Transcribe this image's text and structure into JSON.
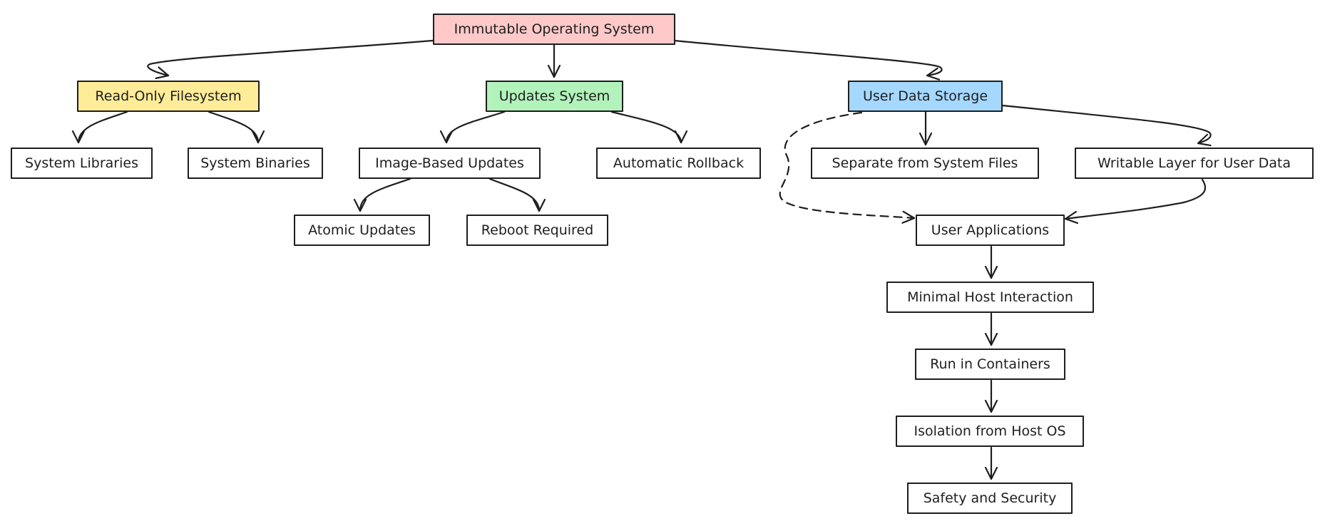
{
  "nodes": {
    "root": "Immutable Operating System",
    "readonly_fs": "Read-Only Filesystem",
    "updates_system": "Updates System",
    "user_data_storage": "User Data Storage",
    "system_libraries": "System Libraries",
    "system_binaries": "System Binaries",
    "image_based_updates": "Image-Based Updates",
    "automatic_rollback": "Automatic Rollback",
    "separate_from_system_files": "Separate from System Files",
    "writable_layer": "Writable Layer for User Data",
    "atomic_updates": "Atomic Updates",
    "reboot_required": "Reboot Required",
    "user_applications": "User Applications",
    "minimal_host_interaction": "Minimal Host Interaction",
    "run_in_containers": "Run in Containers",
    "isolation_from_host": "Isolation from Host OS",
    "safety_and_security": "Safety and Security"
  },
  "colors": {
    "root_fill": "#ffc9c9",
    "readonly_fs_fill": "#ffec99",
    "updates_system_fill": "#b2f2bb",
    "user_data_storage_fill": "#a5d8ff",
    "stroke": "#1e1e1e"
  }
}
